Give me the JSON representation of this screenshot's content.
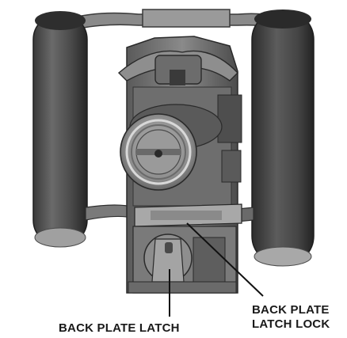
{
  "labels": {
    "back_plate_latch": "BACK PLATE LATCH",
    "back_plate_latch_lock_line1": "BACK PLATE",
    "back_plate_latch_lock_line2": "LATCH LOCK"
  }
}
